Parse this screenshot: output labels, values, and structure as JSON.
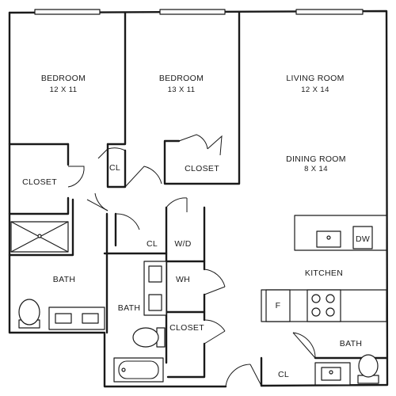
{
  "rooms": {
    "bedroom_left": {
      "name": "BEDROOM",
      "size": "12 X 11"
    },
    "bedroom_middle": {
      "name": "BEDROOM",
      "size": "13 X 11"
    },
    "living_room": {
      "name": "LIVING ROOM",
      "size": "12 X 14"
    },
    "dining_room": {
      "name": "DINING ROOM",
      "size": "8 X 14"
    },
    "kitchen": {
      "name": "KITCHEN"
    },
    "bath_left": {
      "name": "BATH"
    },
    "bath_center": {
      "name": "BATH"
    },
    "bath_right": {
      "name": "BATH"
    },
    "closet_left": {
      "name": "CLOSET"
    },
    "closet_middle": {
      "name": "CLOSET"
    },
    "closet_lower": {
      "name": "CLOSET"
    }
  },
  "labels": {
    "cl_upper": "CL",
    "cl_hall": "CL",
    "cl_kitchen": "CL",
    "washer_dryer": "W/D",
    "water_heater": "WH",
    "dishwasher": "DW",
    "fridge": "F"
  }
}
